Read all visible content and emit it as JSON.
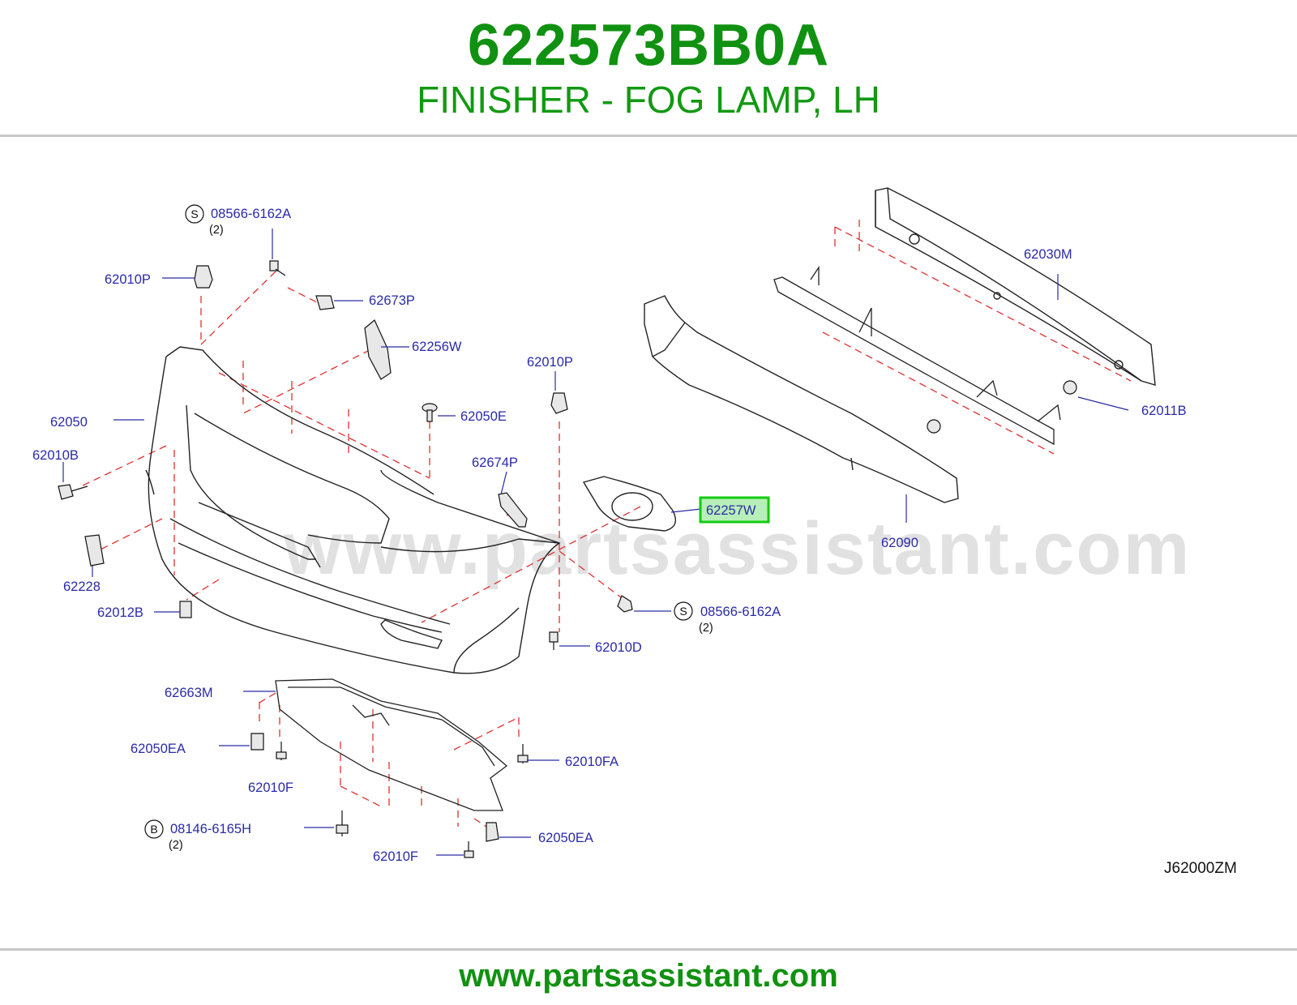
{
  "header": {
    "part_number": "622573BB0A",
    "part_name": "FINISHER - FOG LAMP, LH"
  },
  "watermark": "www.partsassistant.com",
  "footer": {
    "url": "www.partsassistant.com"
  },
  "diagram": {
    "code": "J62000ZM",
    "highlighted_part": "62257W",
    "callouts": [
      {
        "id": "c0",
        "text": "08566-6162A",
        "prefix": "S",
        "qty": "(2)"
      },
      {
        "id": "c1",
        "text": "62010P"
      },
      {
        "id": "c2",
        "text": "62673P"
      },
      {
        "id": "c3",
        "text": "62256W"
      },
      {
        "id": "c4",
        "text": "62050"
      },
      {
        "id": "c5",
        "text": "62010B"
      },
      {
        "id": "c6",
        "text": "62050E"
      },
      {
        "id": "c7",
        "text": "62010P"
      },
      {
        "id": "c8",
        "text": "62674P"
      },
      {
        "id": "c9",
        "text": "62257W"
      },
      {
        "id": "c10",
        "text": "62228"
      },
      {
        "id": "c11",
        "text": "62012B"
      },
      {
        "id": "c12",
        "text": "08566-6162A",
        "prefix": "S",
        "qty": "(2)"
      },
      {
        "id": "c13",
        "text": "62010D"
      },
      {
        "id": "c14",
        "text": "62030M"
      },
      {
        "id": "c15",
        "text": "62011B"
      },
      {
        "id": "c16",
        "text": "62090"
      },
      {
        "id": "c17",
        "text": "62663M"
      },
      {
        "id": "c18",
        "text": "62050EA"
      },
      {
        "id": "c19",
        "text": "62010F"
      },
      {
        "id": "c20",
        "text": "62010FA"
      },
      {
        "id": "c21",
        "text": "08146-6165H",
        "prefix": "B",
        "qty": "(2)"
      },
      {
        "id": "c22",
        "text": "62010F"
      },
      {
        "id": "c23",
        "text": "62050EA"
      }
    ]
  },
  "colors": {
    "title_green": "#119111",
    "label_blue": "#2a2aa8",
    "highlight_green": "#11cc11",
    "highlight_fill": "#b8efb8",
    "dash_red": "#e03030",
    "rule_gray": "#c8c8c8"
  }
}
